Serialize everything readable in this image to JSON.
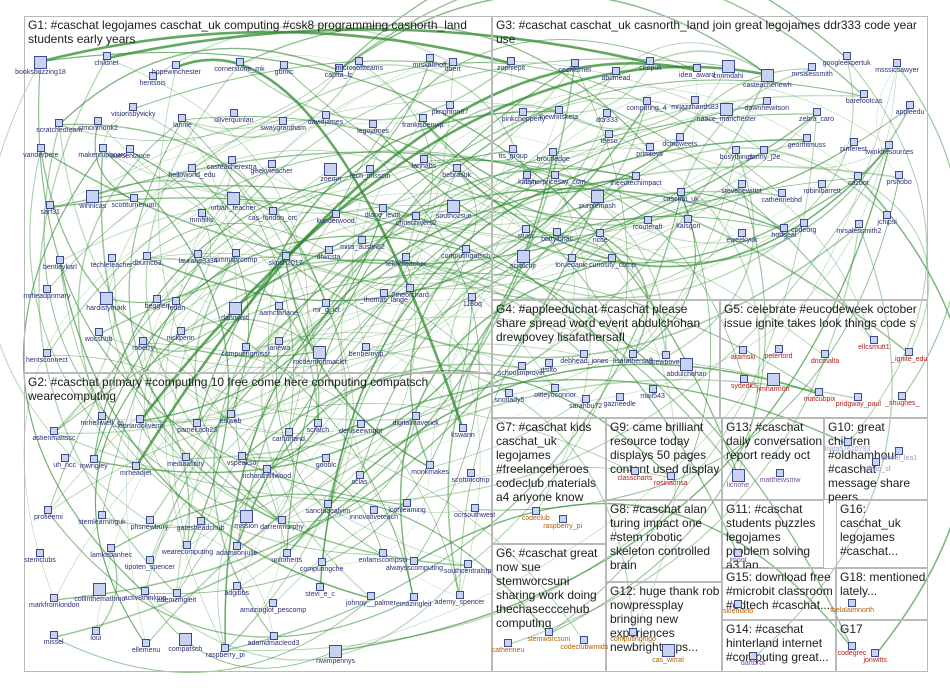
{
  "colors": {
    "edge": "#2e8b2e",
    "border": "#b9b9b9",
    "label": "#2c2f7a"
  },
  "groups": [
    {
      "id": "G1",
      "title": "G1: #caschat legojames caschat_uk computing #csk8 programming casnorth_land students early years",
      "nodes": [
        "booksbuzzing18",
        "childnet",
        "hentsois",
        "hopewinchester",
        "cornerstone_mk",
        "gbmtc",
        "capita_fc",
        "microsoftteams",
        "mrskalthoff",
        "dbert",
        "scratchedteam",
        "simonmonk2",
        "visionsbyvicky",
        "lannie",
        "oliverquinlan",
        "swaygrantham",
        "davidjames",
        "legojames",
        "frankisbenyip",
        "pkrighton67",
        "vanderpere",
        "makercupboard",
        "suesentance",
        "helloworld_edu",
        "casteacherextra",
        "geekyteacher",
        "zoemn",
        "tech_misscm",
        "lanhabs",
        "bebrasuk",
        "sarf31",
        "winnlcas",
        "scottturneruon",
        "mmhills",
        "urban_teacher",
        "cas_london_crc",
        "kunderwood",
        "diane_levitt",
        "chrischivers2",
        "southozsue",
        "bentleykarl",
        "techleteacher",
        "dburnc03",
        "laurahe3334",
        "simmsprcomp",
        "skrish2017",
        "dfwcsta",
        "miss_austin82",
        "teknoteacher",
        "computingatsch",
        "mrheadprimary",
        "hardistymark",
        "beggleit",
        "fedan",
        "dannynic",
        "aamcfarlane",
        "mr_g_ict",
        "_thomas_lange",
        "2theorchard",
        "118bq",
        "hentsconnect",
        "wocshub",
        "mberry",
        "nickpenn",
        "computingmissr",
        "janewa",
        "mcdermottmaclct",
        "benbernyip"
      ]
    },
    {
      "id": "G2",
      "title": "G2: #caschat primary #computing 10 free come here computing compatsch wearecomputing",
      "nodes": [
        "astierimattssc",
        "mrhelliwell_cs",
        "leonardoliverrc",
        "pamelutch23",
        "eslweb",
        "carlturland",
        "scratch",
        "deniseewright",
        "digitalmaverick",
        "kswann",
        "uh_ncc",
        "mwrigley",
        "mrheadjet",
        "mediaaficity",
        "vspeakso",
        "richardmillwood",
        "gooblc",
        "sclas",
        "monkmakes",
        "scottmcomp",
        "profieemi",
        "stemlearninguk",
        "phsnewbury",
        "gatesheadchub",
        "mission",
        "darrenmurphy",
        "sanctuacalyim",
        "innovativeteach",
        "lconleaming",
        "ocrsouthwest",
        "stemclubs",
        "lamkebanhec",
        "tipoten_spencer",
        "wearecomputing",
        "adamsonjulie",
        "unlotherts",
        "computingche",
        "enfamscompsci",
        "alwaysscomputing",
        "southcentralstp",
        "markfromlondon",
        "collinthemathmo",
        "activ8thinking",
        "ademzingleit",
        "adgibbs",
        "amazinglot_pescomp",
        "stevi_e_c",
        "johnny__palmer",
        "emazingleit",
        "ademy_spencer",
        "missel",
        "loui",
        "ellemenu",
        "compatsch",
        "raspberry_pi",
        "adamdmacleod3",
        "nwimpennys"
      ]
    },
    {
      "id": "G3",
      "title": "G3: #caschat caschat_uk casnorth_land join great legojames ddr333 code year use",
      "nodes": [
        "zophiepit",
        "cezhturnel",
        "abcmead",
        "ceopuk",
        "idea_award",
        "cnnmdahi",
        "casteachenewh",
        "mrsalessmith",
        "googleexpertuk",
        "msssicsawyer",
        "pinkchopperty",
        "thewhitsketa",
        "ddr333",
        "computing_4",
        "mrjazzhands83",
        "naace_manchester",
        "dawnhewitson",
        "zebra_caro",
        "barefootcas",
        "appleedu",
        "tts_group",
        "broutledge",
        "teeso",
        "primtoys",
        "dcmitweets",
        "busythings",
        "danny_j2e",
        "georffitmuss",
        "pinterest",
        "twinklresources",
        "katlyn",
        "fisherpricesay_com",
        "purplemash",
        "theedtechimpact",
        "caschat_uk",
        "stevehewittct",
        "catherinebhd",
        "robinlbarrett",
        "cazbot",
        "prshobo",
        "stuwr",
        "bettylbhac",
        "ncce",
        "rcouteraft",
        "kalsgon",
        "eweekyuk",
        "hodgeal",
        "codeorg",
        "mrsalessmith2",
        "jchipsi",
        "scratchjr",
        "loruedanic",
        "curiosity_comp"
      ]
    },
    {
      "id": "G4",
      "title": "G4: #appleeduchat #caschat please share spread word event abdulchohan drewpovey lisafathersafl",
      "nodes": [
        "schoolimprover",
        "jtsilto",
        "debhead_jones",
        "lisafathersafl",
        "drewpovey",
        "abdulchohan",
        "snotlady5",
        "ottleyoconnor",
        "sarahbu72",
        "gazneedle",
        "mail543"
      ]
    },
    {
      "id": "G5",
      "title": "G5: celebrate #eucodeweek october issue ignite takes look things code s",
      "nodes": [
        "aramski",
        "peterford",
        "dncmalta",
        "ellcsmutt1",
        "_ignite_edu",
        "sydedk5",
        "jimharmon",
        "matcubpix",
        "pridgway_paul",
        "_shughes_"
      ]
    },
    {
      "id": "G6",
      "title": "G6: #caschat great now sue stemworcsuni sharing work doing thechasecccehub computing",
      "nodes": [
        "catherineu",
        "stemworcsuni",
        "codeclubwmids"
      ]
    },
    {
      "id": "G7",
      "title": "G7: #caschat kids caschat_uk legojames #freelanceheroes codeclub materials a4 anyone know",
      "nodes": [
        "codeclub",
        "raspberry_pi"
      ]
    },
    {
      "id": "G8",
      "title": "G9: came brilliant resource today displays 50 pages content used display",
      "nodes": [
        "classcharts",
        "rosinacrisa"
      ]
    },
    {
      "id": "G9",
      "title": "G12: huge thank rob nowpressplay bringing new experiences newbrightonps...",
      "nodes": [
        "computinghigo",
        "cas_wirral"
      ]
    },
    {
      "id": "G10",
      "title": "G8: #caschat alan turing impact one #stem robotic skeleton controlled brain",
      "nodes": []
    },
    {
      "id": "G11",
      "title": "G13: #caschat daily conversation report ready oct",
      "nodes": [
        "licnohe",
        "matthewsmw"
      ]
    },
    {
      "id": "G12",
      "title": "G10: great children #oldhamhour #caschat message share peers...",
      "nodes": [
        "lolita57610793",
        "eyleas_sf",
        "daniel_lea1"
      ]
    },
    {
      "id": "G13",
      "title": "G11: #caschat students puzzles legojames problem solving a3 lan...",
      "nodes": [
        "imoot"
      ]
    },
    {
      "id": "G14",
      "title": "G16: caschat_uk legojames #caschat...",
      "nodes": []
    },
    {
      "id": "G15",
      "title": "G15: download free #microbit classroom #edtech #caschat...",
      "nodes": [
        "skiemand"
      ]
    },
    {
      "id": "G16",
      "title": "G18: mentioned lately...",
      "nodes": [
        "thelalaimnorth"
      ]
    },
    {
      "id": "G17",
      "title": "G14: #caschat hinterland internet #computing great...",
      "nodes": [
        "dartbrot"
      ]
    },
    {
      "id": "G18",
      "title": "G17",
      "nodes": [
        "codegrec",
        "jonwitts"
      ]
    }
  ]
}
